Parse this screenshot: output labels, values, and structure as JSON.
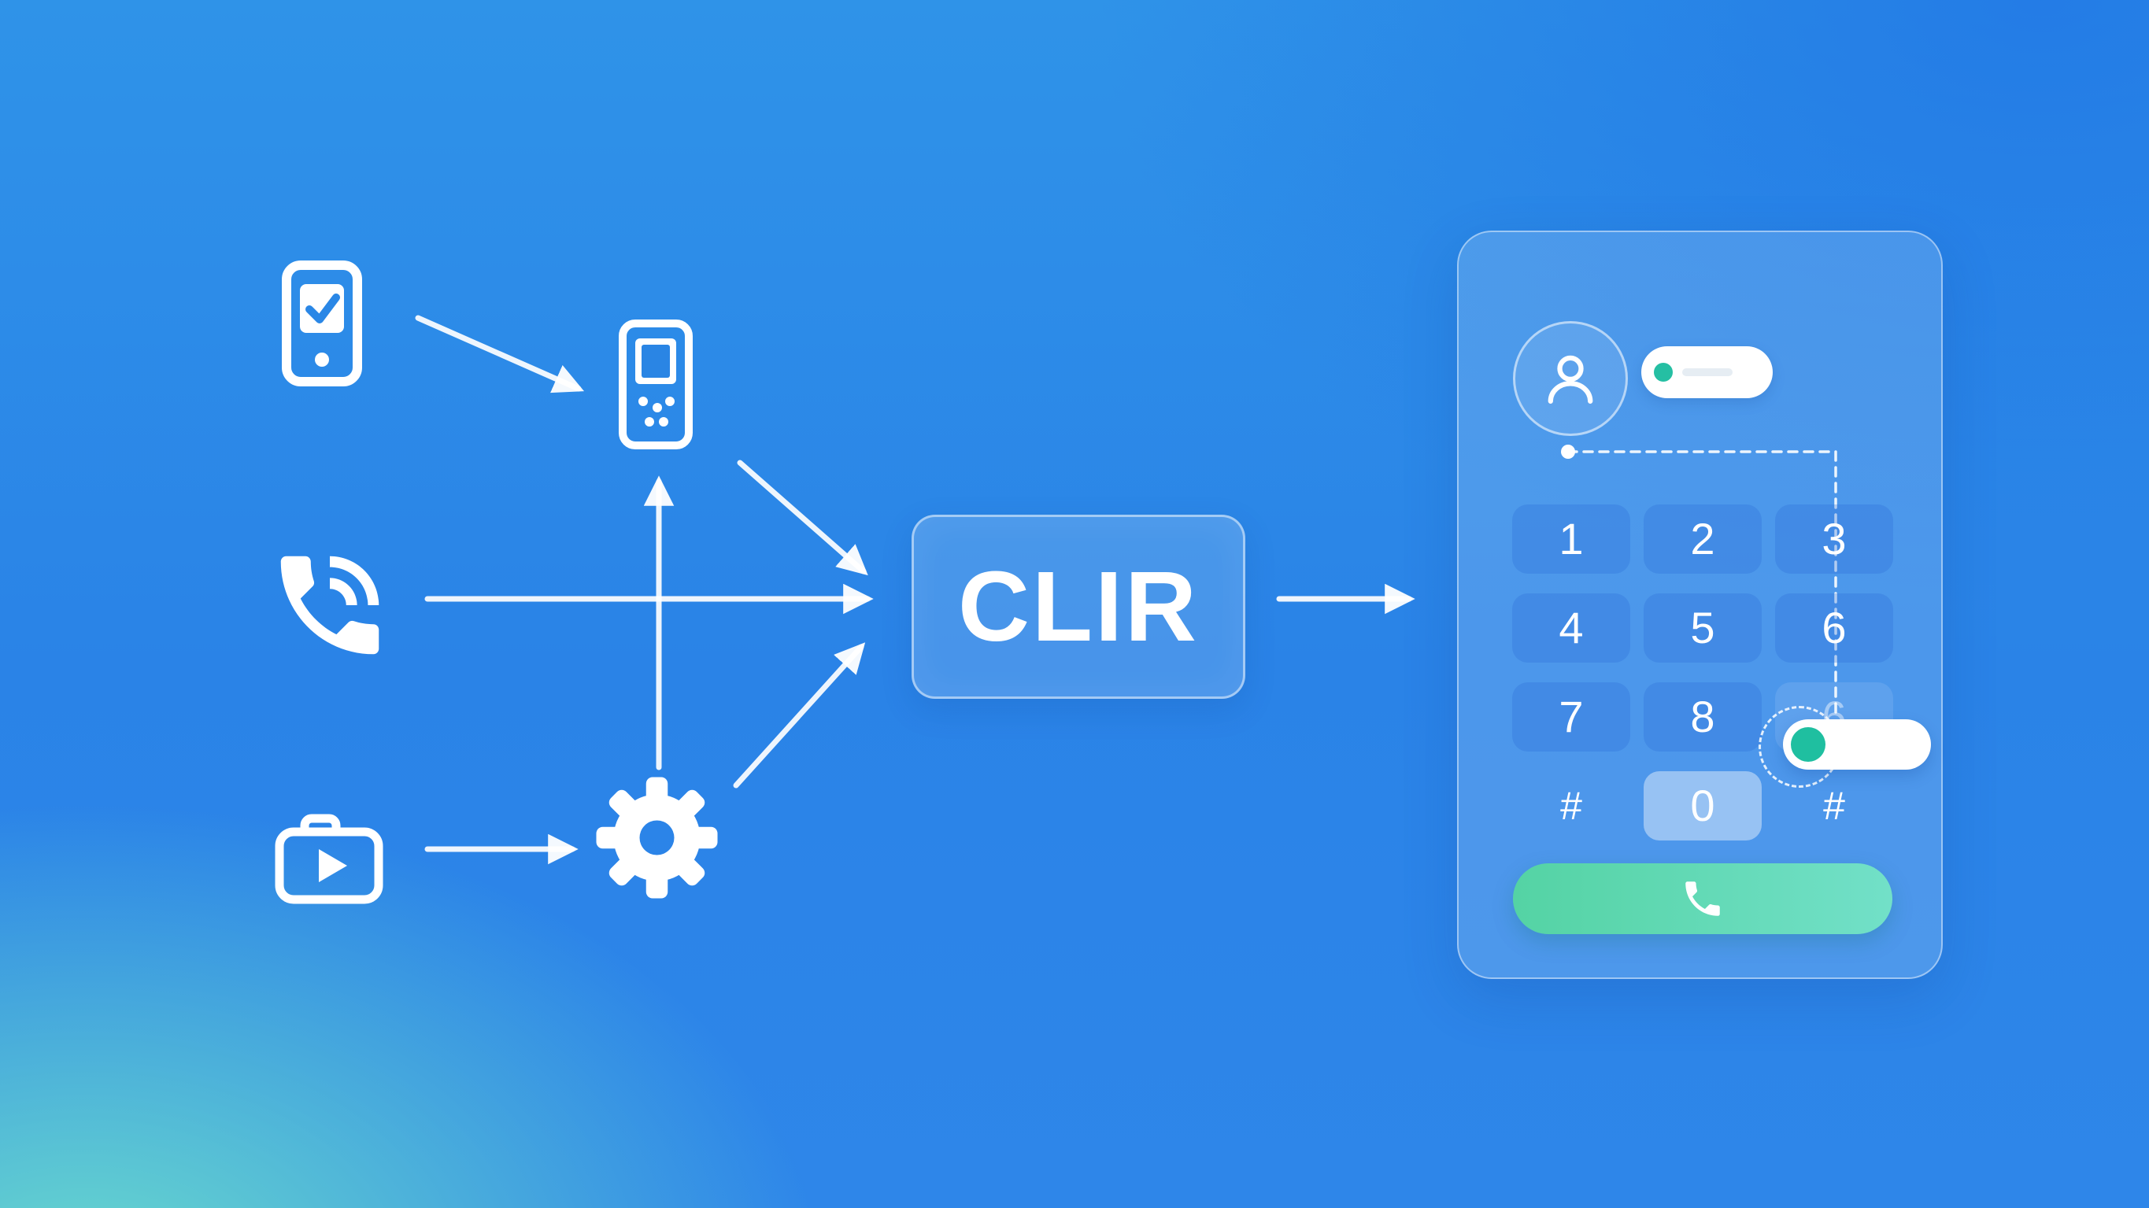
{
  "flow_diagram": {
    "clir_box": {
      "label": "CLIR"
    },
    "source_icons": [
      {
        "name": "smartphone-check-icon"
      },
      {
        "name": "phone-handset-icon"
      },
      {
        "name": "video-camera-icon"
      }
    ],
    "process_icons": [
      {
        "name": "feature-phone-icon"
      },
      {
        "name": "gear-icon"
      }
    ]
  },
  "dialer_panel": {
    "avatar": {
      "name": "user-avatar-icon"
    },
    "status_pill": {
      "dot_color": "#25bfa3"
    },
    "keypad": {
      "keys": [
        "1",
        "2",
        "3",
        "4",
        "5",
        "6",
        "7",
        "8",
        "6",
        "#",
        "0",
        "#"
      ],
      "highlighted_key": "0",
      "faded_key": "6"
    },
    "toggle": {
      "state": "on",
      "knob_color": "#1fbfa0"
    },
    "call_button": {
      "color_start": "#54d3a4",
      "color_end": "#72e0c8",
      "icon": "phone-call-icon"
    }
  },
  "palette": {
    "background_blue": "#2a86e7",
    "background_teal": "#66dcc9",
    "icon_white": "#ffffff",
    "accent_blue": "#2a87e6"
  }
}
